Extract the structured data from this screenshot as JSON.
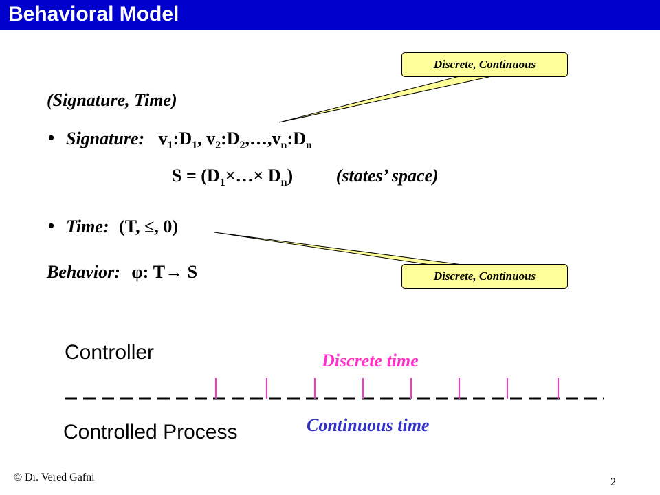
{
  "header": {
    "title": "Behavioral Model"
  },
  "callouts": {
    "top": "Discrete, Continuous",
    "bottom": "Discrete, Continuous"
  },
  "content": {
    "pair": "(Signature, Time)",
    "signature_label": "Signature:",
    "signature_expr": "v1:D1, v2:D2,…,vn:Dn",
    "state_space_expr": "S = (D1×…× Dn)",
    "state_space_note": "(states’ space)",
    "time_label": "Time:",
    "time_expr": "(T, ≤, 0)",
    "behavior_label": "Behavior:",
    "behavior_expr": "φ: T→ S"
  },
  "diagram": {
    "controller_label": "Controller",
    "controlled_label": "Controlled Process",
    "discrete_time_label": "Discrete time",
    "continuous_time_label": "Continuous time",
    "colors": {
      "discrete": "#ff33cc",
      "continuous": "#3333cc",
      "callout_fill": "#ffff99"
    }
  },
  "footer": {
    "author": "© Dr. Vered Gafni",
    "page_number": "2"
  }
}
